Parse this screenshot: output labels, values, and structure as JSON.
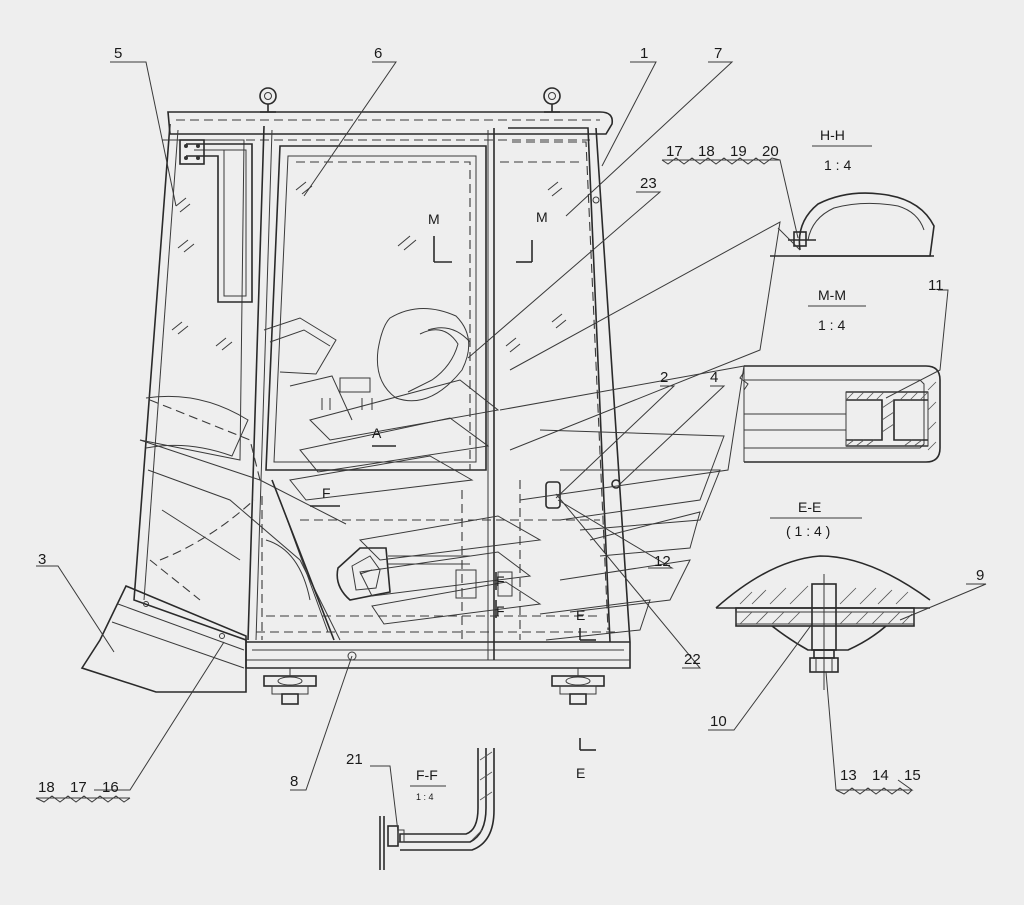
{
  "callouts": {
    "c1": "1",
    "c2": "2",
    "c3": "3",
    "c4": "4",
    "c5": "5",
    "c6": "6",
    "c7": "7",
    "c8": "8",
    "c9": "9",
    "c10": "10",
    "c11": "11",
    "c12": "12",
    "c22": "22",
    "c23": "23",
    "c21": "21",
    "g16a": "18",
    "g16b": "17",
    "g16c": "16",
    "g17a": "17",
    "g17b": "18",
    "g17c": "19",
    "g17d": "20",
    "g13a": "13",
    "g13b": "14",
    "g13c": "15"
  },
  "views": {
    "hh_title": "H-H",
    "hh_scale": "1 : 4",
    "mm_title": "M-M",
    "mm_scale": "1 : 4",
    "ee_title": "E-E",
    "ee_scale": "( 1 : 4 )",
    "ff_title": "F-F",
    "ff_scale": "1 : 4"
  },
  "marks": {
    "m1": "M",
    "m2": "M",
    "a": "A",
    "f1": "F",
    "f2": "F",
    "f3": "F",
    "e1": "E",
    "e2": "E"
  }
}
